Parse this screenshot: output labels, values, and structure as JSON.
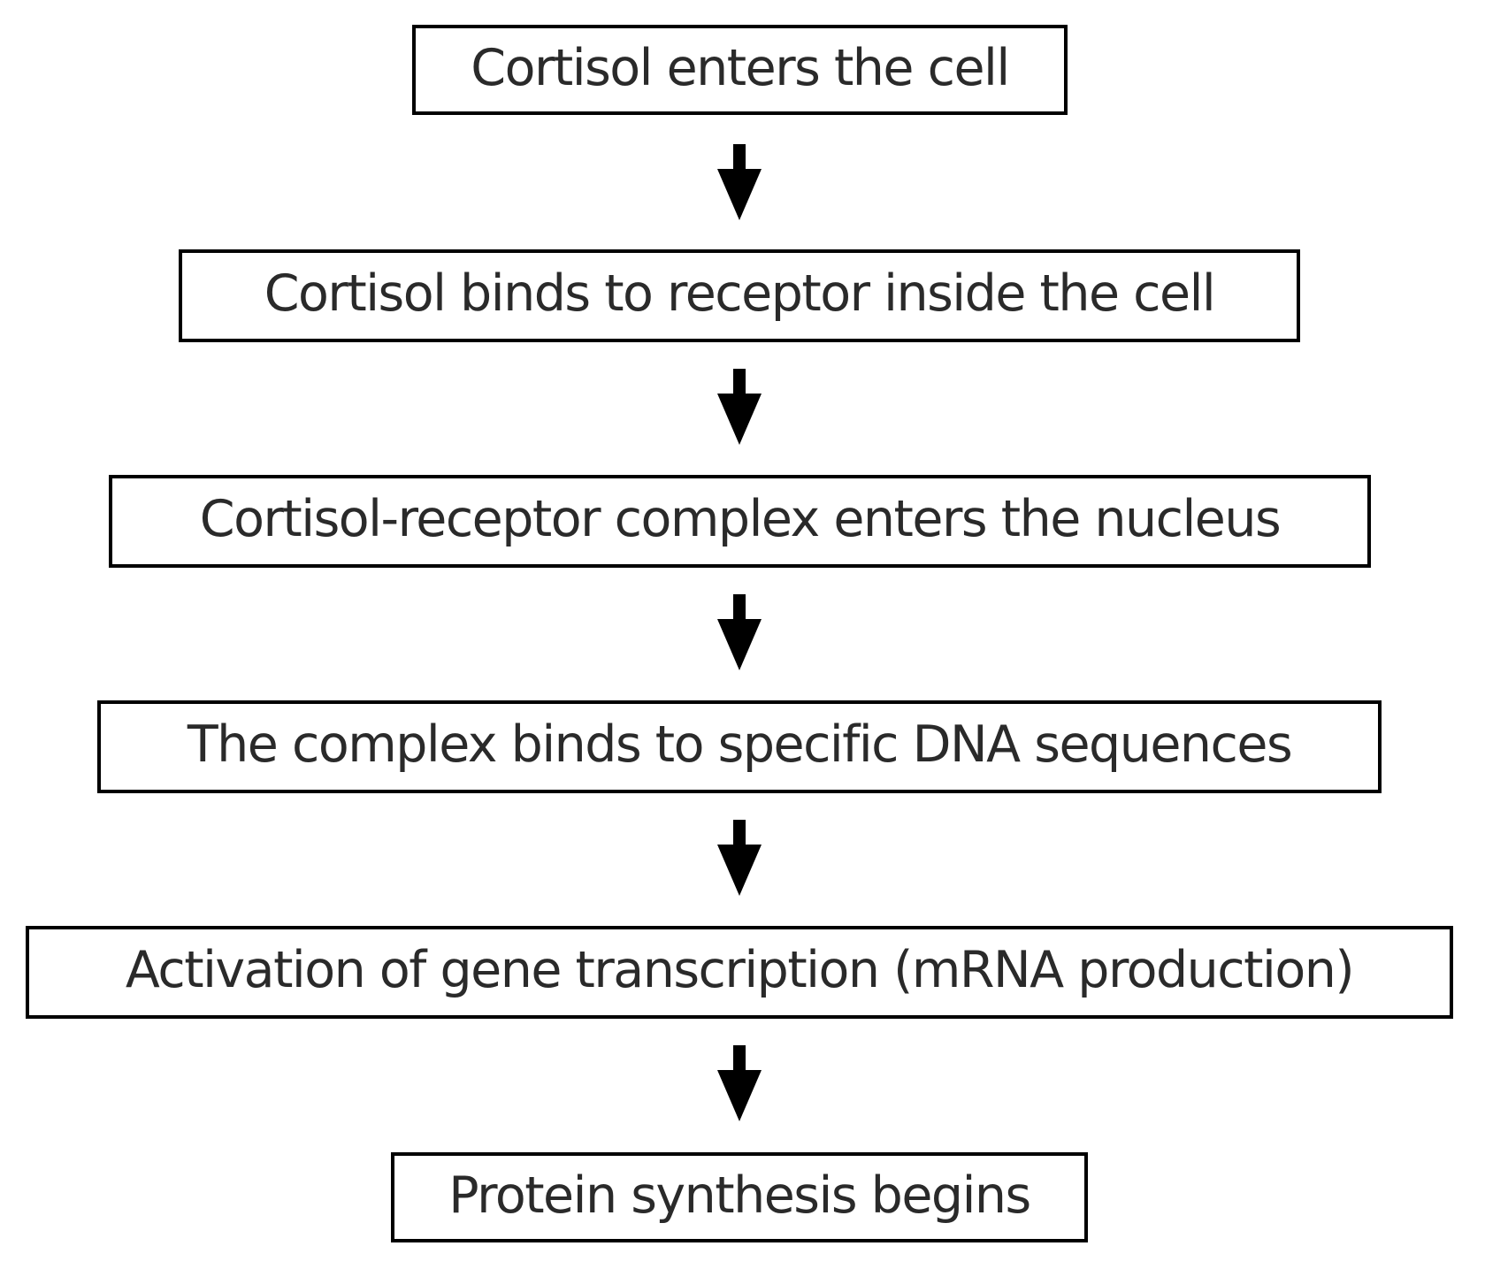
{
  "diagram": {
    "type": "flowchart",
    "direction": "top-down",
    "title": "",
    "steps": [
      {
        "label": "Cortisol enters the cell"
      },
      {
        "label": "Cortisol binds to receptor inside the cell"
      },
      {
        "label": "Cortisol-receptor complex enters the nucleus"
      },
      {
        "label": "The complex binds to specific DNA sequences"
      },
      {
        "label": "Activation of gene transcription (mRNA production)"
      },
      {
        "label": "Protein synthesis begins"
      }
    ],
    "connectors": [
      {
        "from": 1,
        "to": 2,
        "style": "down-arrow"
      },
      {
        "from": 2,
        "to": 3,
        "style": "down-arrow"
      },
      {
        "from": 3,
        "to": 4,
        "style": "down-arrow"
      },
      {
        "from": 4,
        "to": 5,
        "style": "down-arrow"
      },
      {
        "from": 5,
        "to": 6,
        "style": "down-arrow"
      }
    ],
    "colors": {
      "background": "#ffffff",
      "box_fill": "#ffffff",
      "box_border": "#000000",
      "text": "#2a2a2a",
      "arrow": "#000000"
    }
  }
}
